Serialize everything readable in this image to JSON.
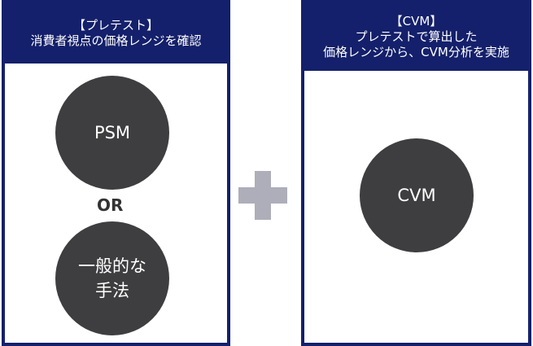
{
  "left_panel": {
    "header_line1": "【プレテスト】",
    "header_line2": "消費者視点の価格レンジを確認",
    "circle_top": "PSM",
    "separator": "OR",
    "circle_bottom_line1": "一般的な",
    "circle_bottom_line2": "手法"
  },
  "right_panel": {
    "header_line1": "【CVM】",
    "header_line2": "プレテストで算出した",
    "header_line3": "価格レンジから、CVM分析を実施",
    "circle": "CVM"
  },
  "colors": {
    "navy": "#14206b",
    "circle": "#3e3e40",
    "plus": "#adaeb9"
  }
}
